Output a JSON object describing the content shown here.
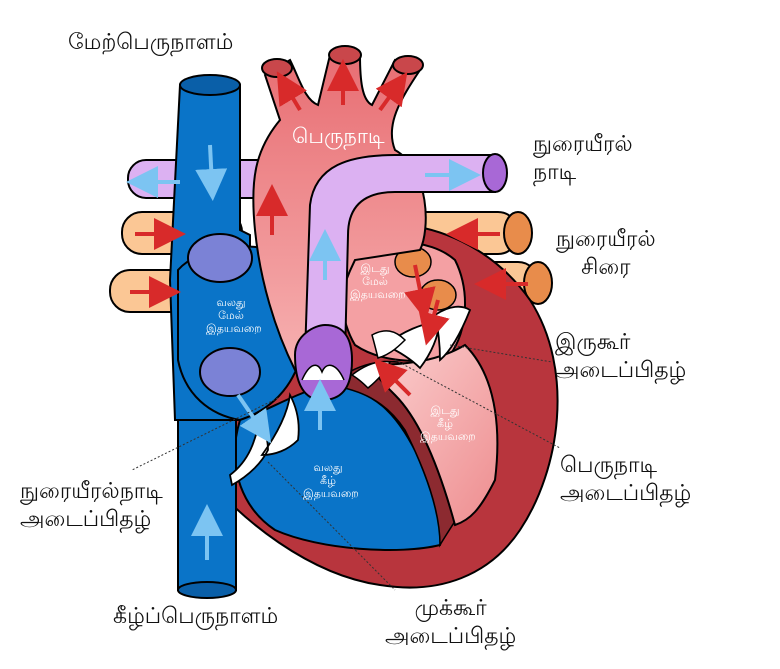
{
  "labels": {
    "superior_vena_cava": "மேற்பெருநாளம்",
    "aorta": "பெருநாடி",
    "pulmonary_artery_1": "நுரையீரல்",
    "pulmonary_artery_2": "நாடி",
    "pulmonary_vein_1": "நுரையீரல்",
    "pulmonary_vein_2": "சிரை",
    "mitral_valve_1": "இருகூர்",
    "mitral_valve_2": "அடைப்பிதழ்",
    "aortic_valve_1": "பெருநாடி",
    "aortic_valve_2": "அடைப்பிதழ்",
    "tricuspid_valve_1": "முக்கூர்",
    "tricuspid_valve_2": "அடைப்பிதழ்",
    "inferior_vena_cava": "கீழ்ப்பெருநாளம்",
    "pulmonary_valve_1": "நுரையீரல்நாடி",
    "pulmonary_valve_2": "அடைப்பிதழ்",
    "right_atrium_1": "வலது",
    "right_atrium_2": "மேல்",
    "right_atrium_3": "இதயவறை",
    "left_atrium_1": "இடது",
    "left_atrium_2": "மேல்",
    "left_atrium_3": "இதயவறை",
    "right_ventricle_1": "வலது",
    "right_ventricle_2": "கீழ்",
    "right_ventricle_3": "இதயவறை",
    "left_ventricle_1": "இடது",
    "left_ventricle_2": "கீழ்",
    "left_ventricle_3": "இதயவறை"
  },
  "colors": {
    "deoxygenated": "#0a74c8",
    "deoxygenated_dark": "#0a5fa8",
    "oxygenated": "#f28a8a",
    "oxygenated_light": "#f9c3c3",
    "myocardium": "#b8353d",
    "myocardium_dark": "#8c2a30",
    "pulmonary_artery": "#dcb1f2",
    "pulmonary_vein": "#fbc795",
    "valve": "#ffffff",
    "flow_red": "#d82a2a",
    "flow_blue": "#7cc4f2",
    "vena_cava_opening": "#7b82d6"
  }
}
